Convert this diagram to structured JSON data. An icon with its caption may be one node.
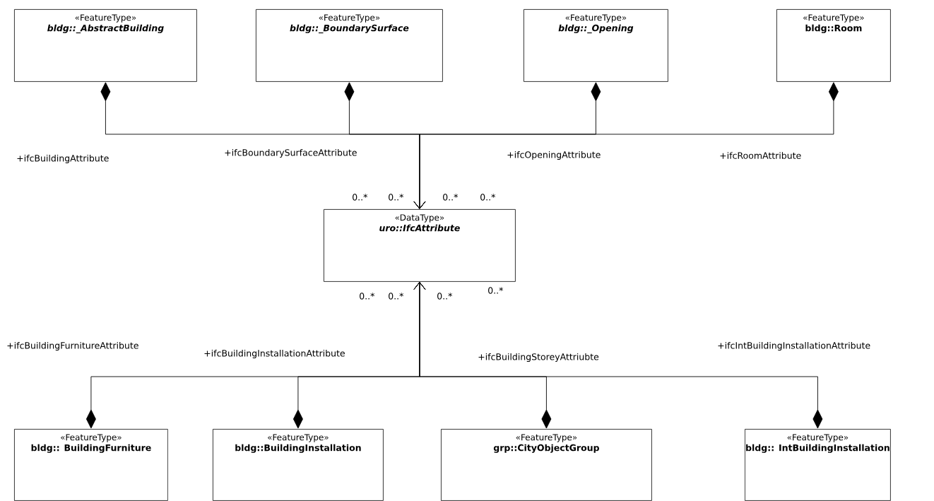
{
  "diagram": {
    "nodes": [
      {
        "text": [
          "«FeatureType»",
          "bldg::_AbstractBuilding"
        ]
      },
      {
        "text": [
          "«FeatureType»",
          "bldg::_BoundarySurface"
        ]
      },
      {
        "text": [
          "«FeatureType»",
          "bldg::_Opening"
        ]
      },
      {
        "text": [
          "«FeatureType»",
          "bldg::Room"
        ]
      },
      {
        "text": [
          "«DataType»",
          "uro::IfcAttribute"
        ]
      },
      {
        "text": [
          "«FeatureType»",
          "bldg:: BuildingFurniture"
        ]
      },
      {
        "text": [
          "«FeatureType»",
          "bldg::BuildingInstallation"
        ]
      },
      {
        "text": [
          "«FeatureType»",
          "grp::CityObjectGroup"
        ]
      },
      {
        "text": [
          "«FeatureType»",
          "bldg:: IntBuildingInstallation"
        ]
      }
    ],
    "edges": [
      {
        "from": 0,
        "to": 4,
        "arrow": "to",
        "label": "+ifcBuildingAttribute"
      },
      {
        "from": 1,
        "to": 4,
        "arrow": "to",
        "label": "+ifcBoundarySurfaceAttribute"
      },
      {
        "from": 2,
        "to": 4,
        "arrow": "to",
        "label": "+ifcOpeningAttribute"
      },
      {
        "from": 3,
        "to": 4,
        "arrow": "to",
        "label": "+ifcRoomAttribute"
      },
      {
        "from": 5,
        "to": 4,
        "arrow": "to",
        "label": "+ifcBuildingFurnitureAttribute"
      },
      {
        "from": 6,
        "to": 4,
        "arrow": "to",
        "label": "+ifcBuildingInstallationAttribute"
      },
      {
        "from": 7,
        "to": 4,
        "arrow": "to",
        "label": "+ifcBuildingStoreyAttriubte"
      },
      {
        "from": 8,
        "to": 4,
        "arrow": "to",
        "label": "+ifcIntBuildingInstallationAttribute"
      }
    ],
    "labels": [
      "0..*",
      "0..*",
      "0..*",
      "0..*",
      "0..*",
      "0..*",
      "0..*",
      "0..*"
    ]
  }
}
